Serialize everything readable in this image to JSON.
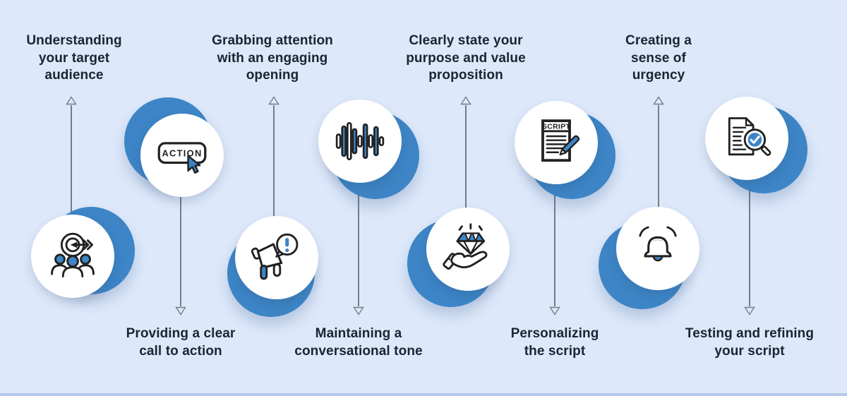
{
  "colors": {
    "bg": "#dde8fa",
    "accent": "#3d85c6",
    "text": "#1a2533",
    "arrow": "#757d88",
    "icon_ink": "#212121",
    "bar": "#b6c8ea"
  },
  "steps": [
    {
      "label_lines": [
        "Understanding",
        "your target",
        "audience"
      ],
      "icon": "target-audience-icon",
      "circle_position": "low",
      "label_position": "top"
    },
    {
      "label_lines": [
        "Providing a clear",
        "call to action"
      ],
      "icon": "call-to-action-icon",
      "circle_position": "high",
      "label_position": "bottom"
    },
    {
      "label_lines": [
        "Grabbing attention",
        "with an engaging",
        "opening"
      ],
      "icon": "megaphone-announcement-icon",
      "circle_position": "low",
      "label_position": "top"
    },
    {
      "label_lines": [
        "Maintaining a",
        "conversational tone"
      ],
      "icon": "voice-waveform-icon",
      "circle_position": "high",
      "label_position": "bottom"
    },
    {
      "label_lines": [
        "Clearly state your",
        "purpose and value",
        "proposition"
      ],
      "icon": "value-proposition-diamond-icon",
      "circle_position": "low",
      "label_position": "top"
    },
    {
      "label_lines": [
        "Personalizing",
        "the script"
      ],
      "icon": "script-document-icon",
      "circle_position": "high",
      "label_position": "bottom"
    },
    {
      "label_lines": [
        "Creating a",
        "sense of",
        "urgency"
      ],
      "icon": "urgency-bell-icon",
      "circle_position": "low",
      "label_position": "top"
    },
    {
      "label_lines": [
        "Testing and refining",
        "your script"
      ],
      "icon": "test-refine-magnifier-icon",
      "circle_position": "high",
      "label_position": "bottom"
    }
  ],
  "icon_text": {
    "action": "ACTION",
    "script": "SCRIPT"
  }
}
